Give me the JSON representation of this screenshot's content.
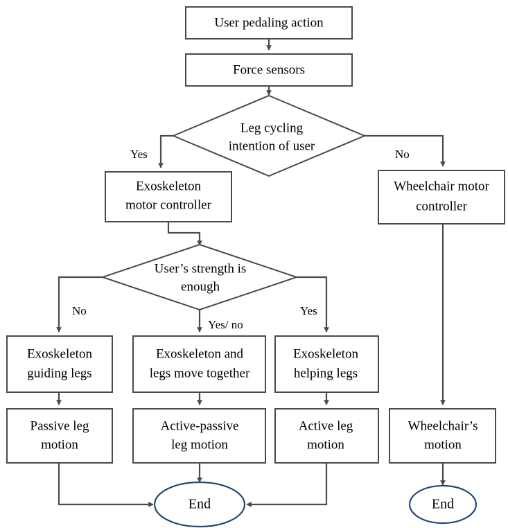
{
  "diagram": {
    "type": "flowchart",
    "title": "Exoskeleton wheelchair control flowchart",
    "colors": {
      "box_stroke": "#4a4a4a",
      "ellipse_stroke": "#234777",
      "connector": "#4a4a4a",
      "background": "#ffffff",
      "text": "#000000"
    },
    "nodes": [
      {
        "id": "user-pedaling-action",
        "shape": "rect",
        "lines": [
          "User pedaling action"
        ]
      },
      {
        "id": "force-sensors",
        "shape": "rect",
        "lines": [
          "Force sensors"
        ]
      },
      {
        "id": "leg-cycling-intention",
        "shape": "diamond",
        "lines": [
          "Leg cycling",
          "intention of user"
        ]
      },
      {
        "id": "exoskeleton-motor-controller",
        "shape": "rect",
        "lines": [
          "Exoskeleton",
          "motor controller"
        ]
      },
      {
        "id": "wheelchair-motor-controller",
        "shape": "rect",
        "lines": [
          "Wheelchair motor",
          "controller"
        ]
      },
      {
        "id": "user-strength-enough",
        "shape": "diamond",
        "lines": [
          "User’s strength is",
          "enough"
        ]
      },
      {
        "id": "exoskeleton-guiding-legs",
        "shape": "rect",
        "lines": [
          "Exoskeleton",
          "guiding legs"
        ]
      },
      {
        "id": "exoskeleton-and-legs-move-together",
        "shape": "rect",
        "lines": [
          "Exoskeleton  and",
          "legs move together"
        ]
      },
      {
        "id": "exoskeleton-helping-legs",
        "shape": "rect",
        "lines": [
          "Exoskeleton",
          "helping legs"
        ]
      },
      {
        "id": "passive-leg-motion",
        "shape": "rect",
        "lines": [
          "Passive leg",
          "motion"
        ]
      },
      {
        "id": "active-passive-leg-motion",
        "shape": "rect",
        "lines": [
          "Active-passive",
          "leg motion"
        ]
      },
      {
        "id": "active-leg-motion",
        "shape": "rect",
        "lines": [
          "Active leg",
          "motion"
        ]
      },
      {
        "id": "wheelchairs-motion",
        "shape": "rect",
        "lines": [
          "Wheelchair’s",
          "motion"
        ]
      },
      {
        "id": "end-left",
        "shape": "ellipse",
        "lines": [
          "End"
        ]
      },
      {
        "id": "end-right",
        "shape": "ellipse",
        "lines": [
          "End"
        ]
      }
    ],
    "edge_labels": [
      {
        "id": "intention-yes",
        "text": "Yes"
      },
      {
        "id": "intention-no",
        "text": "No"
      },
      {
        "id": "strength-no",
        "text": "No"
      },
      {
        "id": "strength-yes-no",
        "text": "Yes/ no"
      },
      {
        "id": "strength-yes",
        "text": "Yes"
      }
    ],
    "text": {
      "user_pedaling_action": "User pedaling action",
      "force_sensors": "Force sensors",
      "leg_cycling_l1": "Leg cycling",
      "leg_cycling_l2": "intention of user",
      "exo_motor_l1": "Exoskeleton",
      "exo_motor_l2": "motor controller",
      "wheelchair_motor_l1": "Wheelchair motor",
      "wheelchair_motor_l2": "controller",
      "strength_l1": "User’s strength is",
      "strength_l2": "enough",
      "guiding_l1": "Exoskeleton",
      "guiding_l2": "guiding legs",
      "together_l1": "Exoskeleton  and",
      "together_l2": "legs move together",
      "helping_l1": "Exoskeleton",
      "helping_l2": "helping legs",
      "passive_l1": "Passive leg",
      "passive_l2": "motion",
      "activepassive_l1": "Active-passive",
      "activepassive_l2": "leg motion",
      "active_l1": "Active leg",
      "active_l2": "motion",
      "wheelchairs_l1": "Wheelchair’s",
      "wheelchairs_l2": "motion",
      "end_left": "End",
      "end_right": "End",
      "label_intention_yes": "Yes",
      "label_intention_no": "No",
      "label_strength_no": "No",
      "label_strength_yesno": "Yes/ no",
      "label_strength_yes": "Yes"
    }
  }
}
